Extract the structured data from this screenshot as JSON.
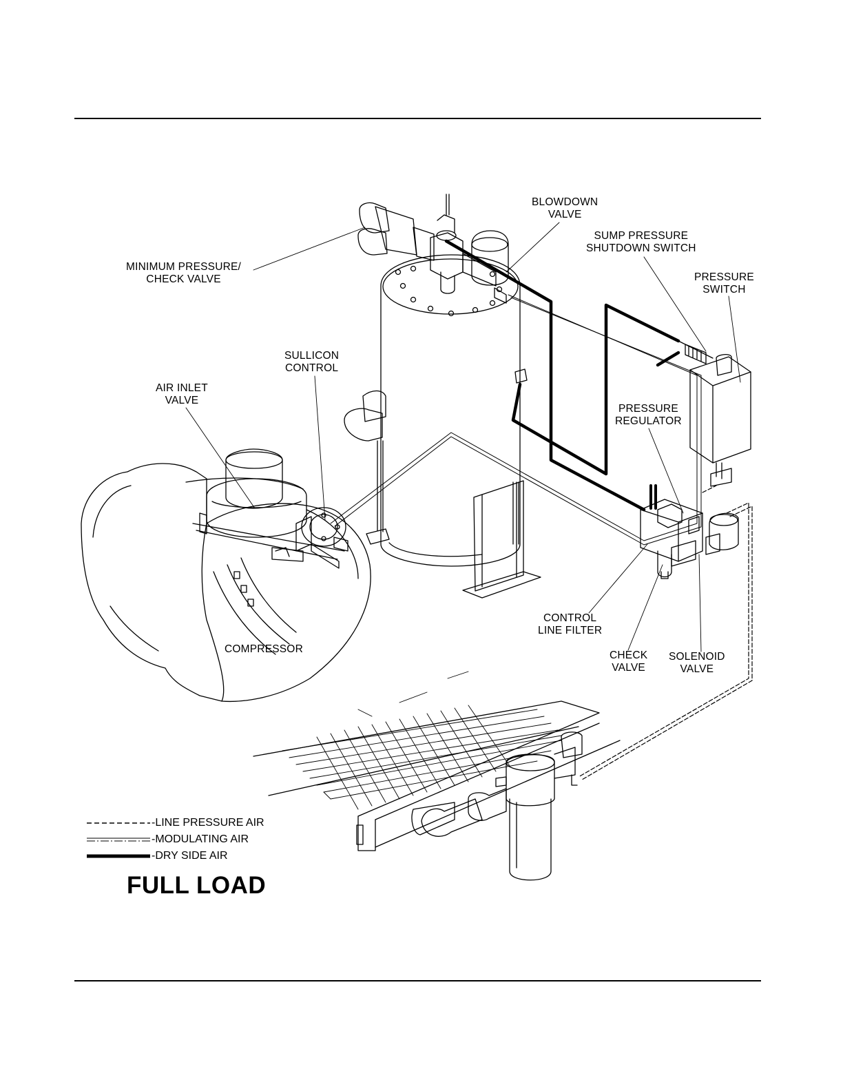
{
  "labels": {
    "blowdown_valve": [
      "BLOWDOWN",
      "VALVE"
    ],
    "sump_pressure_shutdown_switch": [
      "SUMP PRESSURE",
      "SHUTDOWN SWITCH"
    ],
    "pressure_switch": [
      "PRESSURE",
      "SWITCH"
    ],
    "minimum_pressure_check_valve": [
      "MINIMUM PRESSURE/",
      "CHECK VALVE"
    ],
    "sullicon_control": [
      "SULLICON",
      "CONTROL"
    ],
    "air_inlet_valve": [
      "AIR INLET",
      "VALVE"
    ],
    "pressure_regulator": [
      "PRESSURE",
      "REGULATOR"
    ],
    "control_line_filter": [
      "CONTROL",
      "LINE FILTER"
    ],
    "compressor": [
      "COMPRESSOR"
    ],
    "check_valve": [
      "CHECK",
      "VALVE"
    ],
    "solenoid_valve": [
      "SOLENOID",
      "VALVE"
    ]
  },
  "legend": [
    {
      "style": "dashed",
      "text": "-LINE PRESSURE AIR"
    },
    {
      "style": "dash-dot-double",
      "text": "-MODULATING AIR"
    },
    {
      "style": "heavy",
      "text": "-DRY SIDE AIR"
    }
  ],
  "title": "FULL LOAD",
  "colors": {
    "ink": "#000000",
    "paper": "#ffffff"
  }
}
